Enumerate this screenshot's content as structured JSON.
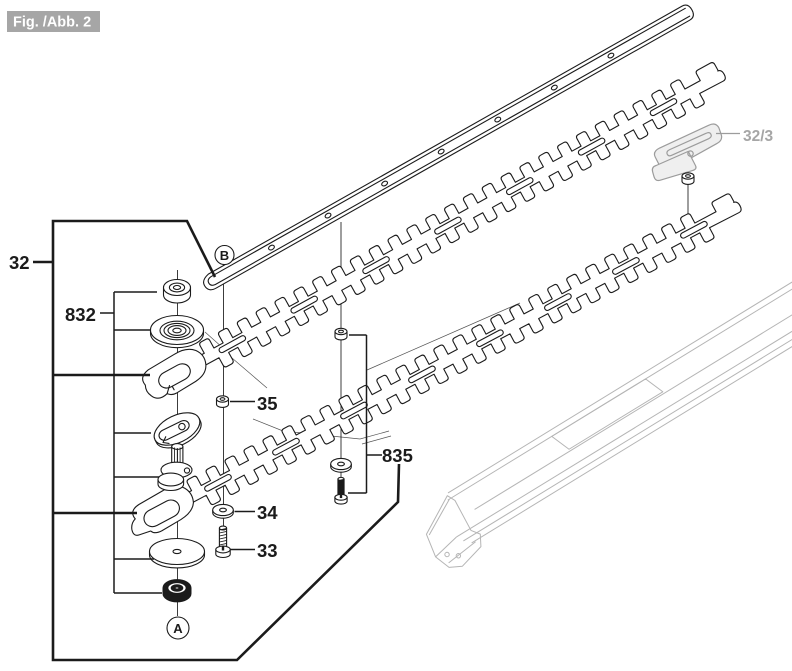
{
  "figure": {
    "title": "Fig. /Abb. 2"
  },
  "labels": {
    "group": "32",
    "eccentric_kit": "832",
    "nut": "35",
    "washer": "34",
    "screw": "33",
    "blade_set": "835",
    "tip_guard": "32/3",
    "callout_a": "A",
    "callout_b": "B"
  },
  "colors": {
    "line": "#1b1b1b",
    "housing_gray": "#b5b5b5",
    "part_gray": "#9c9c9c",
    "label_gray": "#a6a6a6",
    "title_bg": "#a6a6a6",
    "title_text": "#ffffff",
    "background": "#ffffff"
  }
}
